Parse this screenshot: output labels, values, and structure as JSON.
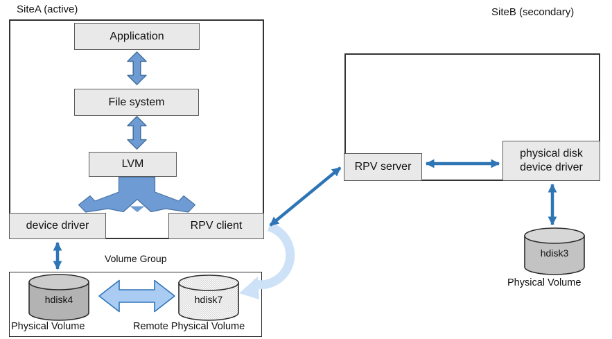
{
  "siteA": {
    "label": "SiteA (active)",
    "application": "Application",
    "file_system": "File system",
    "lvm": "LVM",
    "device_driver": "device driver",
    "rpv_client": "RPV client"
  },
  "siteB": {
    "label": "SiteB (secondary)",
    "rpv_server": "RPV server",
    "physical_disk_device_driver_line1": "physical disk",
    "physical_disk_device_driver_line2": "device driver",
    "hdisk3": "hdisk3",
    "physical_volume_label": "Physical Volume"
  },
  "volume_group": {
    "label": "Volume Group",
    "hdisk4": "hdisk4",
    "hdisk7": "hdisk7",
    "physical_volume_label": "Physical Volume",
    "remote_physical_volume_label": "Remote Physical Volume"
  },
  "colors": {
    "node_fill": "#e9e9e9",
    "node_border": "#5a5a5a",
    "block_arrow_fill": "#6e9bd3",
    "block_arrow_border": "#41719c",
    "line_arrow": "#2e75b6",
    "mirror_arrow_fill": "#aaccf2",
    "mirror_arrow_border": "#2e75b6",
    "remote_flow_arrow": "#cde1f7",
    "hdisk4_fill": "#b3b3b3",
    "hdisk3_fill": "#c3c3c3",
    "hdisk7_fill": "checkered-white"
  },
  "connections": [
    {
      "from": "Application",
      "to": "File system",
      "style": "blue block double arrow"
    },
    {
      "from": "File system",
      "to": "LVM",
      "style": "blue block double arrow"
    },
    {
      "from": "LVM",
      "to": "device driver / RPV client",
      "style": "forked blue block arrow"
    },
    {
      "from": "device driver",
      "to": "hdisk4",
      "style": "dark blue double arrow"
    },
    {
      "from": "RPV client",
      "to": "RPV server",
      "style": "dark blue double arrow (diagonal)"
    },
    {
      "from": "RPV server",
      "to": "physical disk device driver",
      "style": "dark blue double arrow"
    },
    {
      "from": "physical disk device driver",
      "to": "hdisk3",
      "style": "dark blue double arrow"
    },
    {
      "from": "hdisk4",
      "to": "hdisk7",
      "style": "light blue mirror double arrow"
    },
    {
      "from": "RPV client",
      "to": "hdisk7",
      "style": "pale blue curved arrow"
    }
  ]
}
